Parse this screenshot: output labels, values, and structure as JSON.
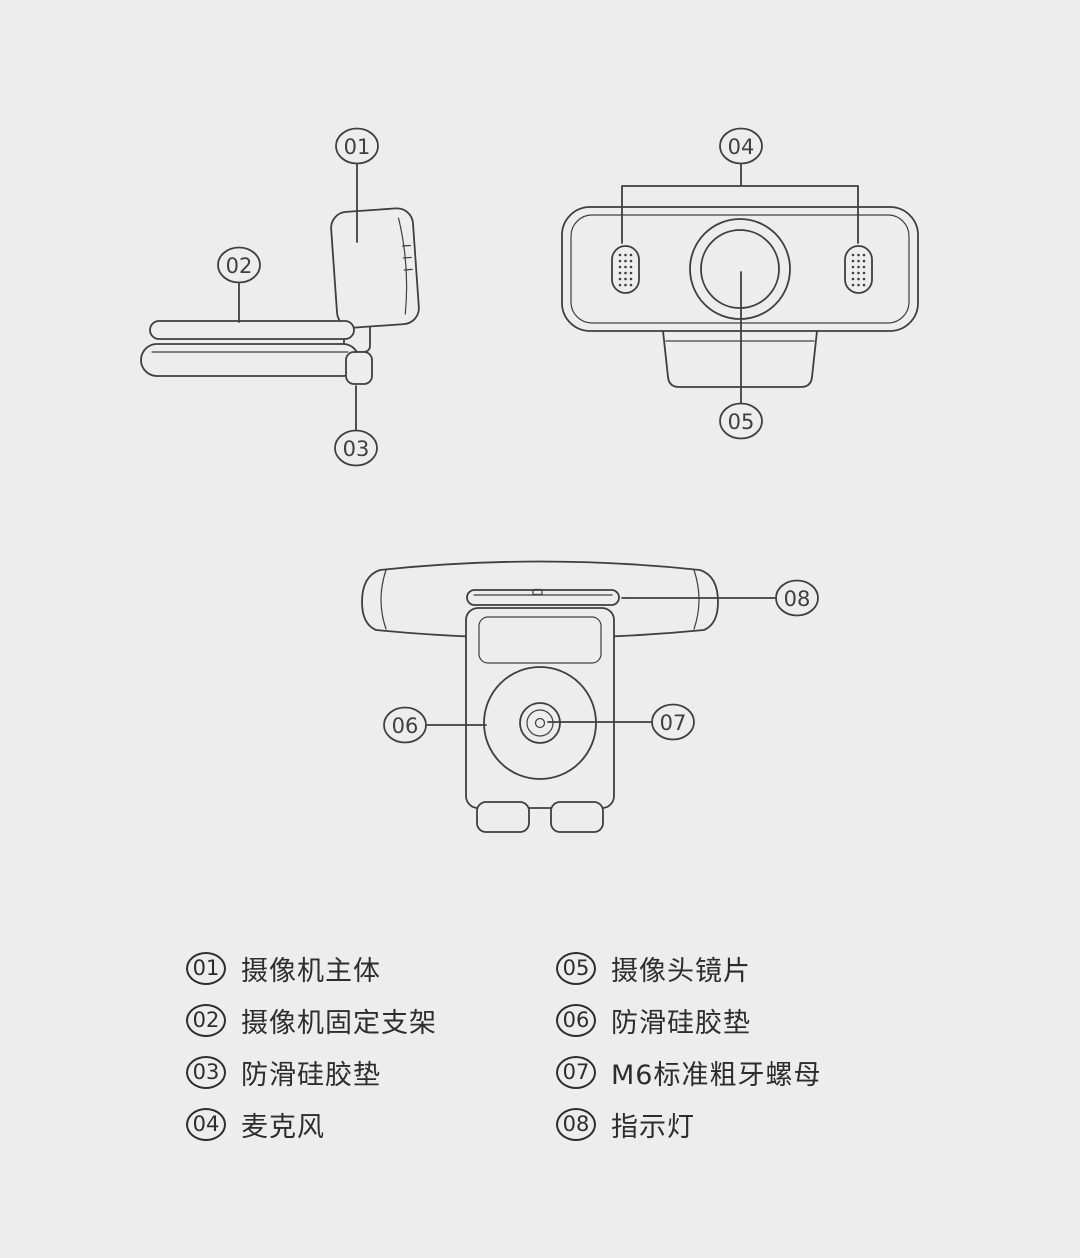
{
  "colors": {
    "bg": "#ededed",
    "line": "#3f3f3f",
    "text": "#2d2d2d"
  },
  "callouts": [
    "01",
    "02",
    "03",
    "04",
    "05",
    "06",
    "07",
    "08"
  ],
  "legend": {
    "items": [
      {
        "num": "01",
        "label": "摄像机主体"
      },
      {
        "num": "02",
        "label": "摄像机固定支架"
      },
      {
        "num": "03",
        "label": "防滑硅胶垫"
      },
      {
        "num": "04",
        "label": "麦克风"
      },
      {
        "num": "05",
        "label": "摄像头镜片"
      },
      {
        "num": "06",
        "label": "防滑硅胶垫"
      },
      {
        "num": "07",
        "label": "M6标准粗牙螺母"
      },
      {
        "num": "08",
        "label": "指示灯"
      }
    ]
  }
}
